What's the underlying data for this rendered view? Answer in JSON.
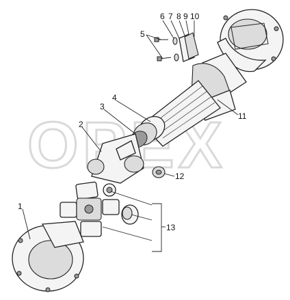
{
  "watermark": "OPEX",
  "callouts": {
    "c1": "1",
    "c2": "2",
    "c3": "3",
    "c4": "4",
    "c5": "5",
    "c6": "6",
    "c7": "7",
    "c8": "8",
    "c9": "9",
    "c10": "10",
    "c11": "11",
    "c12": "12",
    "c13": "13"
  }
}
